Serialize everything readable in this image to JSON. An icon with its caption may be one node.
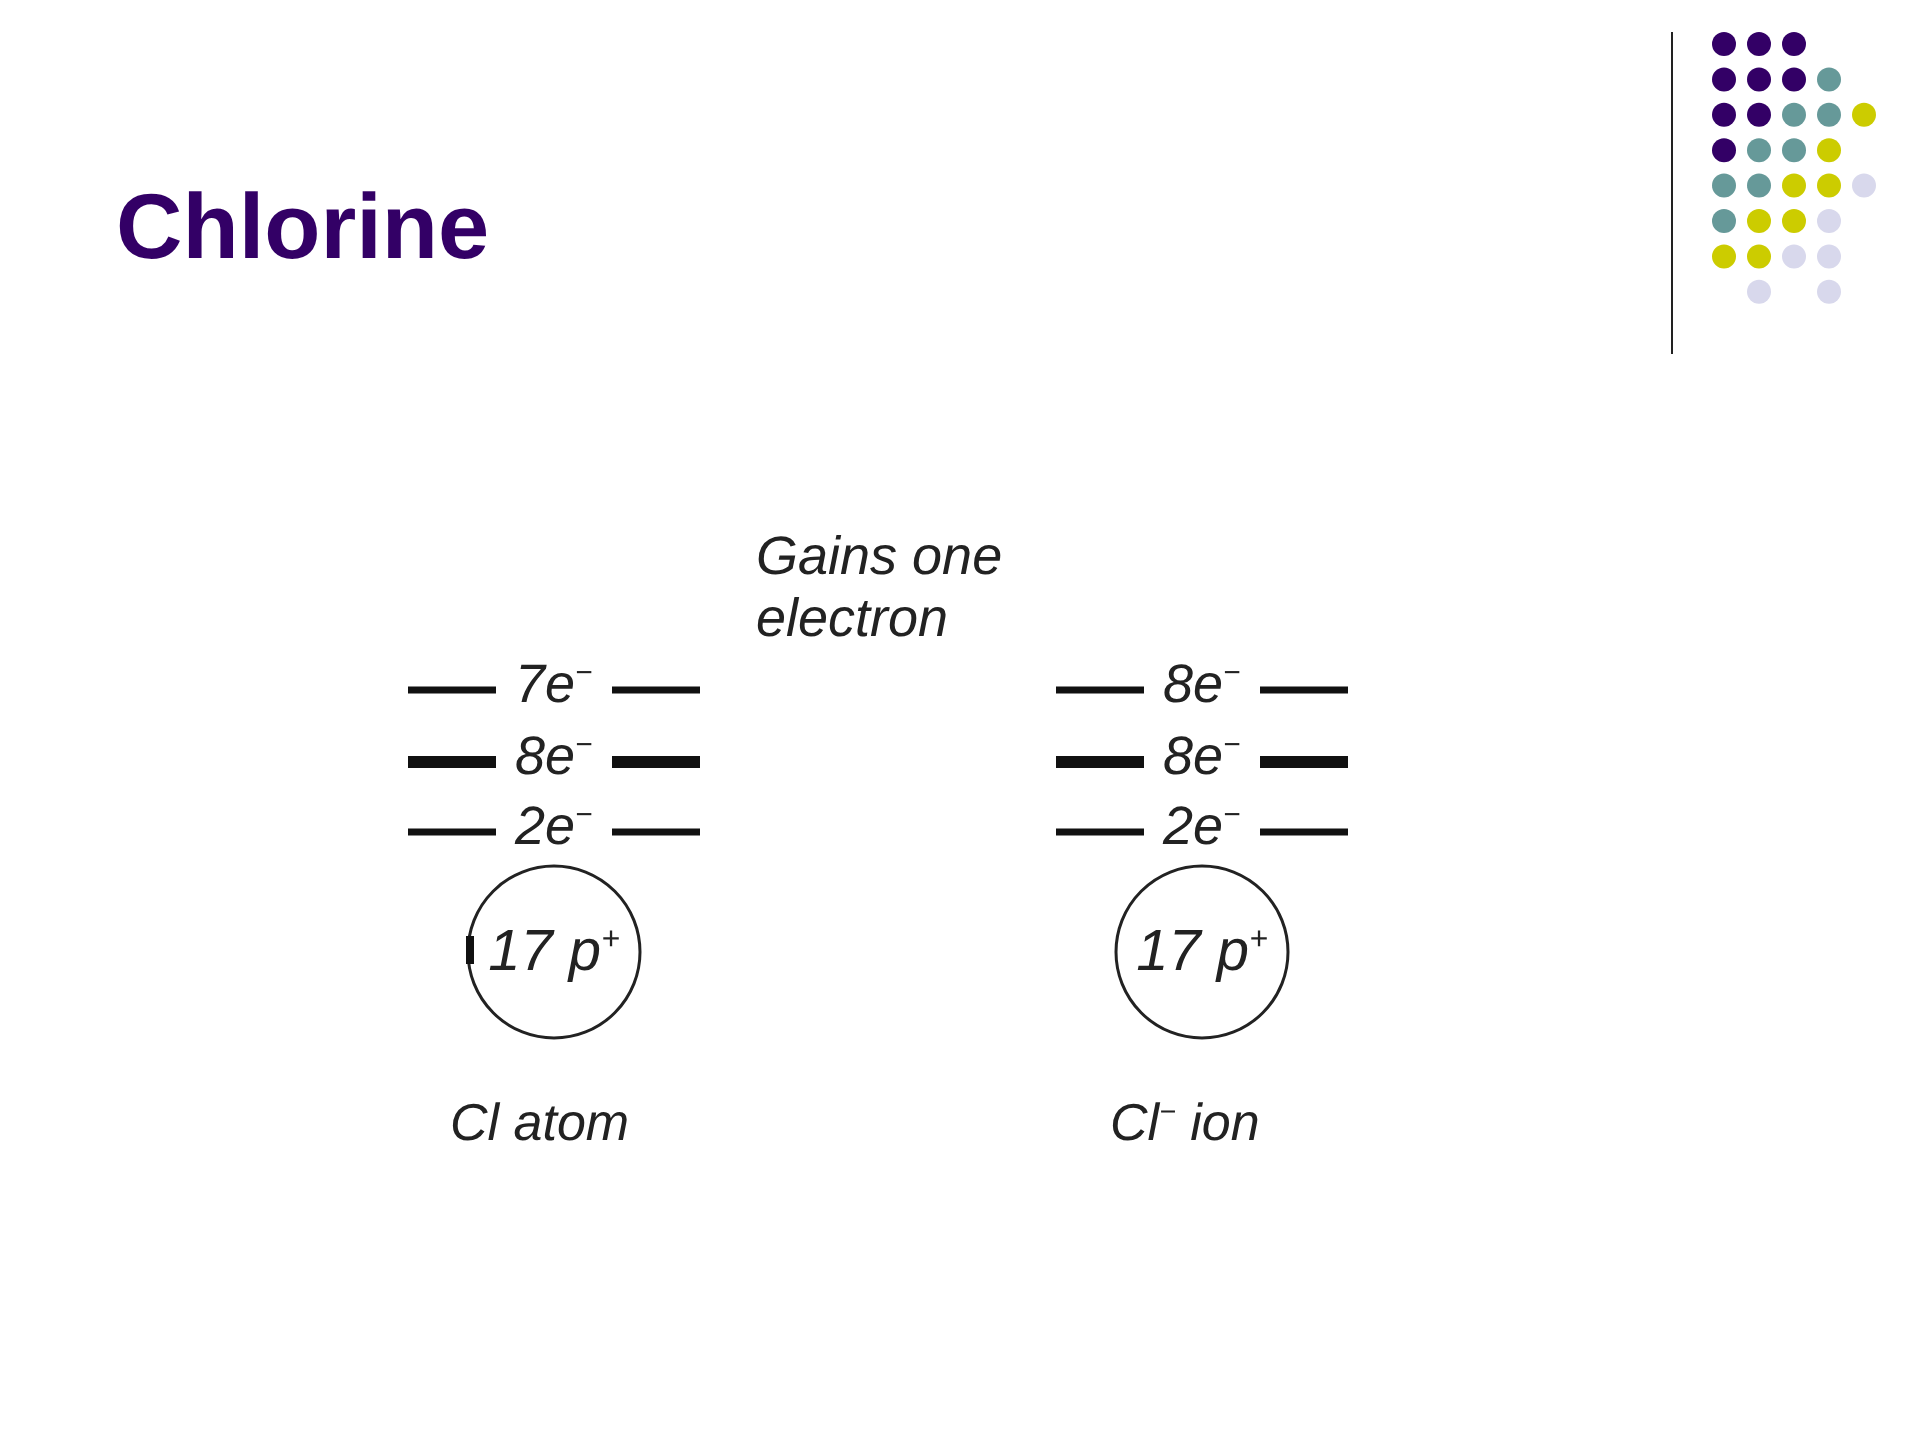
{
  "diagram": {
    "title": "Chlorine",
    "nodes": [
      {
        "text": [
          "17 p$^{+}$"
        ],
        "beside": [
          "Cl atom"
        ]
      },
      {
        "text": [
          "17 p$^{+}$"
        ],
        "beside": [
          "Cl$^{−}$ ion"
        ]
      }
    ],
    "labels": [
      "Gains one electron",
      "7e$^{−}$",
      "8e$^{−}$",
      "8e$^{−}$",
      "8e$^{−}$",
      "2e$^{−}$",
      "2e$^{−}$"
    ]
  }
}
